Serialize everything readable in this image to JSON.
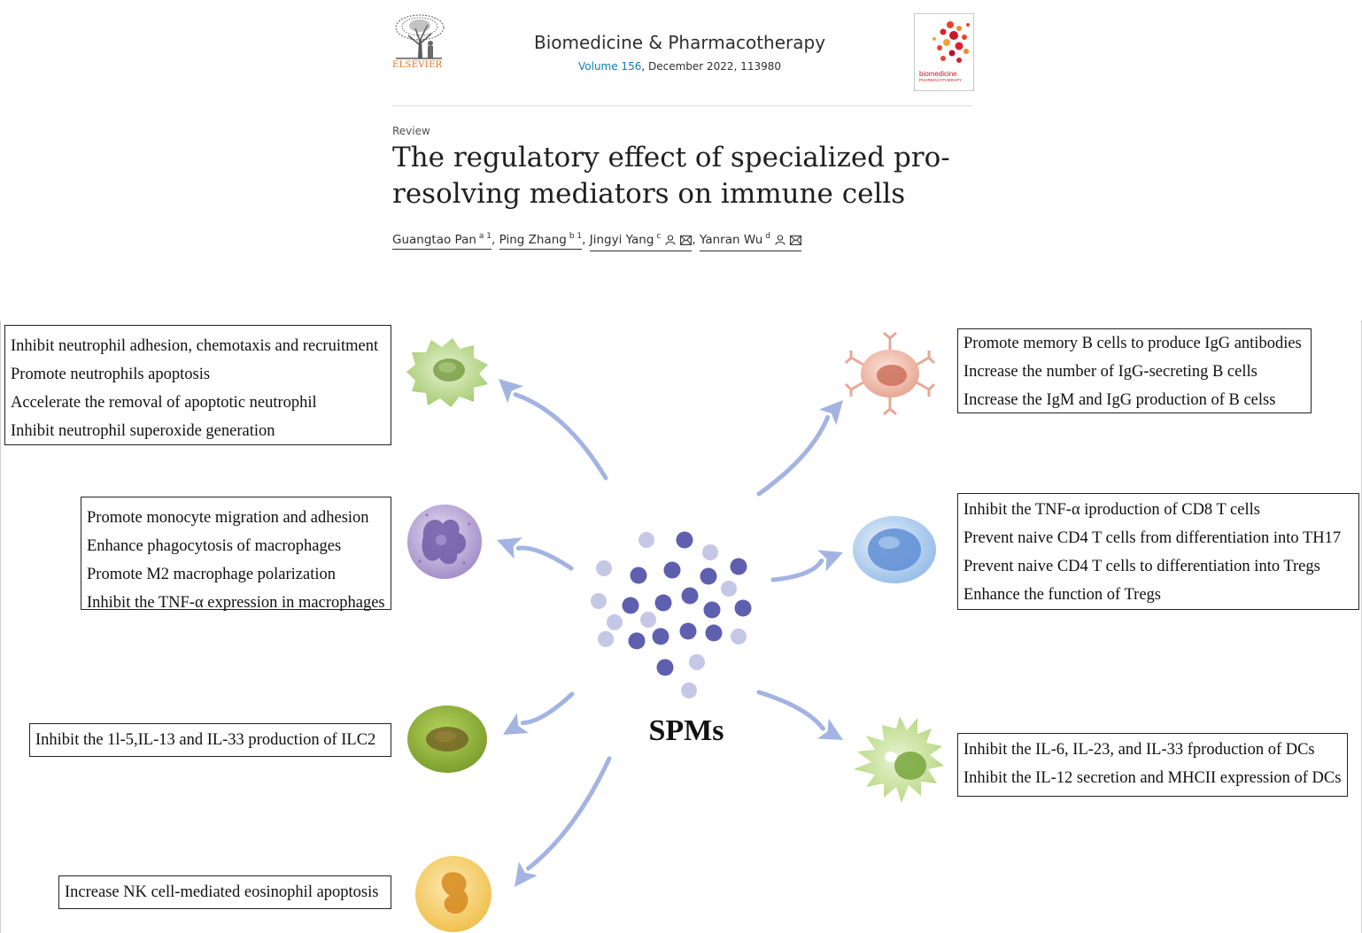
{
  "header": {
    "publisher": "ELSEVIER",
    "journal": "Biomedicine & Pharmacotherapy",
    "volume": "Volume 156",
    "date_issue": ", December 2022, 113980",
    "cover_title": "biomedicine",
    "cover_subtitle": "PHARMACOTHERAPY"
  },
  "article": {
    "type": "Review",
    "title": "The regulatory effect of specialized pro-resolving mediators on immune cells",
    "authors": [
      {
        "name": "Guangtao Pan",
        "sup": "a 1",
        "icons": []
      },
      {
        "name": "Ping Zhang",
        "sup": "b 1",
        "icons": []
      },
      {
        "name": "Jingyi Yang",
        "sup": "c",
        "icons": [
          "person-icon",
          "mail-icon"
        ]
      },
      {
        "name": "Yanran Wu",
        "sup": "d",
        "icons": [
          "person-icon",
          "mail-icon"
        ]
      }
    ]
  },
  "figure": {
    "center_label": "SPMs",
    "colors": {
      "arrow": "#a3b3e2",
      "dot_dark": "#5f5fb0",
      "dot_light": "#c5c7e6",
      "neutrophil": "#b9d78e",
      "monocyte": "#a996cc",
      "ilc2": "#8fb43c",
      "eosinophil": "#f1c860",
      "bcell": "#e6a796",
      "tcell": "#8fb4e6",
      "dc": "#a9cf6e"
    },
    "boxes": {
      "neutrophil": {
        "lines": [
          "Inhibit neutrophil adhesion, chemotaxis and recruitment",
          "Promote neutrophils apoptosis",
          "Accelerate the removal of apoptotic neutrophil",
          "Inhibit neutrophil superoxide generation"
        ]
      },
      "macrophage": {
        "lines": [
          "Promote monocyte migration and adhesion",
          "Enhance phagocytosis of macrophages",
          "Promote M2 macrophage polarization",
          "Inhibit the TNF-α expression in macrophages"
        ]
      },
      "ilc2": {
        "lines": [
          "Inhibit the  1l-5,IL-13 and IL-33 production of ILC2"
        ]
      },
      "eosinophil": {
        "lines": [
          "Increase NK cell-mediated eosinophil apoptosis"
        ]
      },
      "bcell": {
        "lines": [
          "Promote memory B cells to produce IgG antibodies",
          "Increase the number of IgG-secreting B cells",
          "Increase the IgM and IgG production of B celss"
        ]
      },
      "tcell": {
        "lines": [
          "Inhibit the TNF-α iproduction of CD8 T cells",
          "Prevent naive CD4 T cells from differentiation into TH17",
          "Prevent naive CD4 T cells  to differentiation into Tregs",
          "Enhance the  function of Tregs"
        ]
      },
      "dc": {
        "lines": [
          "Inhibit the IL-6, IL-23, and IL-33 fproduction of DCs",
          "Inhibit the IL-12 secretion and MHCII expression of DCs"
        ]
      }
    }
  }
}
